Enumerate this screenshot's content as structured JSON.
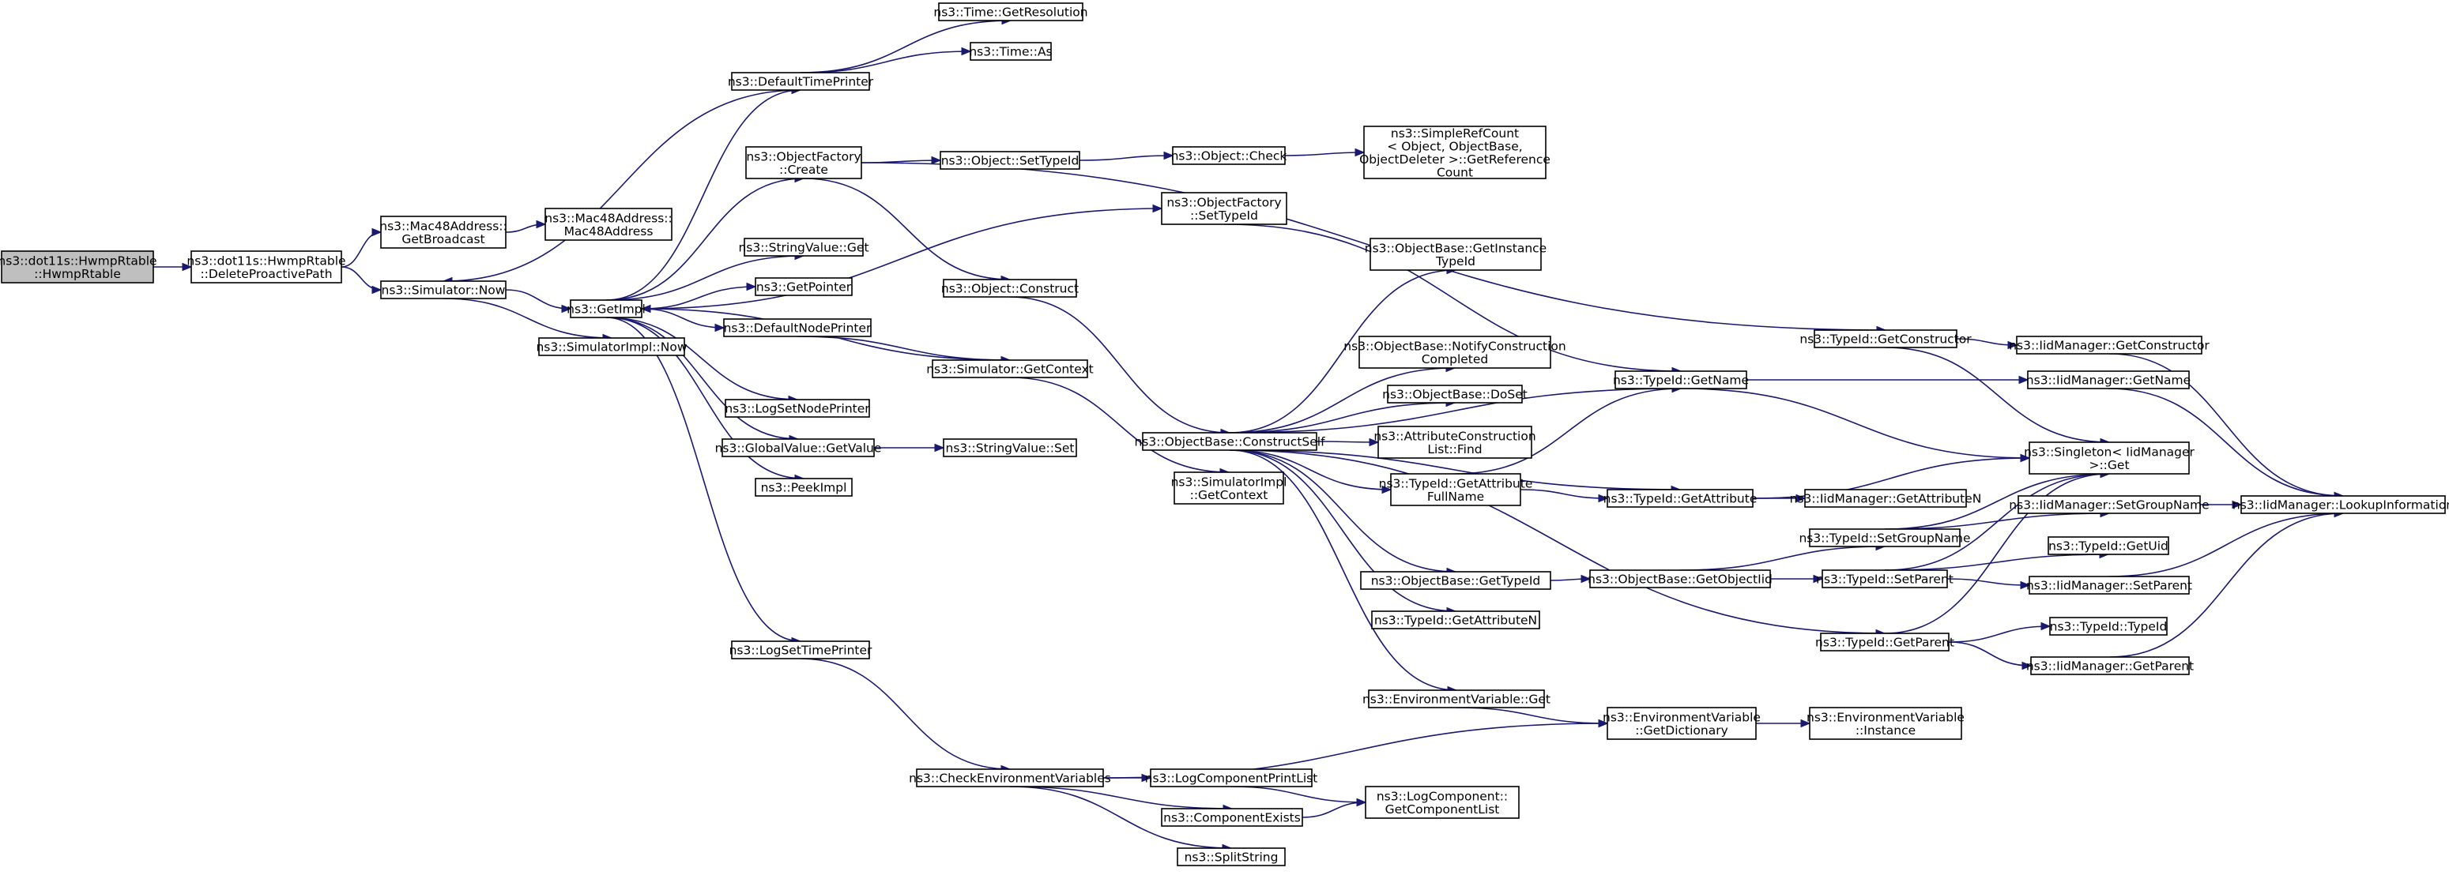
{
  "colors": {
    "edge": "#191970",
    "root_fill": "#bfbfbf",
    "node_fill": "#ffffff",
    "node_border": "#000000"
  },
  "nodes": [
    {
      "id": "root",
      "lines": [
        "ns3::dot11s::HwmpRtable",
        "::HwmpRtable"
      ],
      "root": true
    },
    {
      "id": "deleteProactive",
      "lines": [
        "ns3::dot11s::HwmpRtable",
        "::DeleteProactivePath"
      ]
    },
    {
      "id": "macGetBroadcast",
      "lines": [
        "ns3::Mac48Address::",
        "GetBroadcast"
      ]
    },
    {
      "id": "macCtor",
      "lines": [
        "ns3::Mac48Address::",
        "Mac48Address"
      ]
    },
    {
      "id": "simNow",
      "lines": [
        "ns3::Simulator::Now"
      ]
    },
    {
      "id": "simImplNow",
      "lines": [
        "ns3::SimulatorImpl::Now"
      ]
    },
    {
      "id": "getImpl",
      "lines": [
        "ns3::GetImpl"
      ]
    },
    {
      "id": "defaultTimePrinter",
      "lines": [
        "ns3::DefaultTimePrinter"
      ]
    },
    {
      "id": "timeGetRes",
      "lines": [
        "ns3::Time::GetResolution"
      ]
    },
    {
      "id": "timeAs",
      "lines": [
        "ns3::Time::As"
      ]
    },
    {
      "id": "objFactoryCreate",
      "lines": [
        "ns3::ObjectFactory",
        "::Create"
      ]
    },
    {
      "id": "objSetTypeId",
      "lines": [
        "ns3::Object::SetTypeId"
      ]
    },
    {
      "id": "objCheck",
      "lines": [
        "ns3::Object::Check"
      ]
    },
    {
      "id": "simpleRef",
      "lines": [
        "ns3::SimpleRefCount",
        "< Object, ObjectBase,",
        "ObjectDeleter >::GetReference",
        "Count"
      ]
    },
    {
      "id": "objFactorySetTypeId",
      "lines": [
        "ns3::ObjectFactory",
        "::SetTypeId"
      ]
    },
    {
      "id": "stringValueGet",
      "lines": [
        "ns3::StringValue::Get"
      ]
    },
    {
      "id": "getPointer",
      "lines": [
        "ns3::GetPointer"
      ]
    },
    {
      "id": "defaultNodePrinter",
      "lines": [
        "ns3::DefaultNodePrinter"
      ]
    },
    {
      "id": "objConstruct",
      "lines": [
        "ns3::Object::Construct"
      ]
    },
    {
      "id": "simGetContext",
      "lines": [
        "ns3::Simulator::GetContext"
      ]
    },
    {
      "id": "logSetNodePrinter",
      "lines": [
        "ns3::LogSetNodePrinter"
      ]
    },
    {
      "id": "globalValueGet",
      "lines": [
        "ns3::GlobalValue::GetValue"
      ]
    },
    {
      "id": "stringValueSet",
      "lines": [
        "ns3::StringValue::Set"
      ]
    },
    {
      "id": "peekImpl",
      "lines": [
        "ns3::PeekImpl"
      ]
    },
    {
      "id": "logSetTimePrinter",
      "lines": [
        "ns3::LogSetTimePrinter"
      ]
    },
    {
      "id": "checkEnv",
      "lines": [
        "ns3::CheckEnvironmentVariables"
      ]
    },
    {
      "id": "logCompPrintList",
      "lines": [
        "ns3::LogComponentPrintList"
      ]
    },
    {
      "id": "compExists",
      "lines": [
        "ns3::ComponentExists"
      ]
    },
    {
      "id": "splitString",
      "lines": [
        "ns3::SplitString"
      ]
    },
    {
      "id": "logCompGetList",
      "lines": [
        "ns3::LogComponent::",
        "GetComponentList"
      ]
    },
    {
      "id": "simImplGetContext",
      "lines": [
        "ns3::SimulatorImpl",
        "::GetContext"
      ]
    },
    {
      "id": "constructSelf",
      "lines": [
        "ns3::ObjectBase::ConstructSelf"
      ]
    },
    {
      "id": "getInstanceTypeId",
      "lines": [
        "ns3::ObjectBase::GetInstance",
        "TypeId"
      ]
    },
    {
      "id": "notifyConstruction",
      "lines": [
        "ns3::ObjectBase::NotifyConstruction",
        "Completed"
      ]
    },
    {
      "id": "doSet",
      "lines": [
        "ns3::ObjectBase::DoSet"
      ]
    },
    {
      "id": "attrConstructFind",
      "lines": [
        "ns3::AttributeConstruction",
        "List::Find"
      ]
    },
    {
      "id": "typeIdGetAttrFullName",
      "lines": [
        "ns3::TypeId::GetAttribute",
        "FullName"
      ]
    },
    {
      "id": "objBaseGetTypeId",
      "lines": [
        "ns3::ObjectBase::GetTypeId"
      ]
    },
    {
      "id": "typeIdGetAttributeN",
      "lines": [
        "ns3::TypeId::GetAttributeN"
      ]
    },
    {
      "id": "envVarGet",
      "lines": [
        "ns3::EnvironmentVariable::Get"
      ]
    },
    {
      "id": "envVarGetDict",
      "lines": [
        "ns3::EnvironmentVariable",
        "::GetDictionary"
      ]
    },
    {
      "id": "envVarInstance",
      "lines": [
        "ns3::EnvironmentVariable",
        "::Instance"
      ]
    },
    {
      "id": "typeIdGetName",
      "lines": [
        "ns3::TypeId::GetName"
      ]
    },
    {
      "id": "typeIdGetAttribute",
      "lines": [
        "ns3::TypeId::GetAttribute"
      ]
    },
    {
      "id": "objBaseGetObjectIid",
      "lines": [
        "ns3::ObjectBase::GetObjectIid"
      ]
    },
    {
      "id": "typeIdGetConstructor",
      "lines": [
        "ns3::TypeId::GetConstructor"
      ]
    },
    {
      "id": "iidGetConstructor",
      "lines": [
        "ns3::IidManager::GetConstructor"
      ]
    },
    {
      "id": "iidGetName",
      "lines": [
        "ns3::IidManager::GetName"
      ]
    },
    {
      "id": "singletonGet",
      "lines": [
        "ns3::Singleton< IidManager",
        ">::Get"
      ]
    },
    {
      "id": "iidGetAttributeN",
      "lines": [
        "ns3::IidManager::GetAttributeN"
      ]
    },
    {
      "id": "typeIdSetGroupName",
      "lines": [
        "ns3::TypeId::SetGroupName"
      ]
    },
    {
      "id": "iidSetGroupName",
      "lines": [
        "ns3::IidManager::SetGroupName"
      ]
    },
    {
      "id": "typeIdSetParent",
      "lines": [
        "ns3::TypeId::SetParent"
      ]
    },
    {
      "id": "typeIdGetUid",
      "lines": [
        "ns3::TypeId::GetUid"
      ]
    },
    {
      "id": "iidSetParent",
      "lines": [
        "ns3::IidManager::SetParent"
      ]
    },
    {
      "id": "typeIdGetParent",
      "lines": [
        "ns3::TypeId::GetParent"
      ]
    },
    {
      "id": "typeIdTypeId",
      "lines": [
        "ns3::TypeId::TypeId"
      ]
    },
    {
      "id": "iidGetParent",
      "lines": [
        "ns3::IidManager::GetParent"
      ]
    },
    {
      "id": "iidLookup",
      "lines": [
        "ns3::IidManager::LookupInformation"
      ]
    }
  ]
}
